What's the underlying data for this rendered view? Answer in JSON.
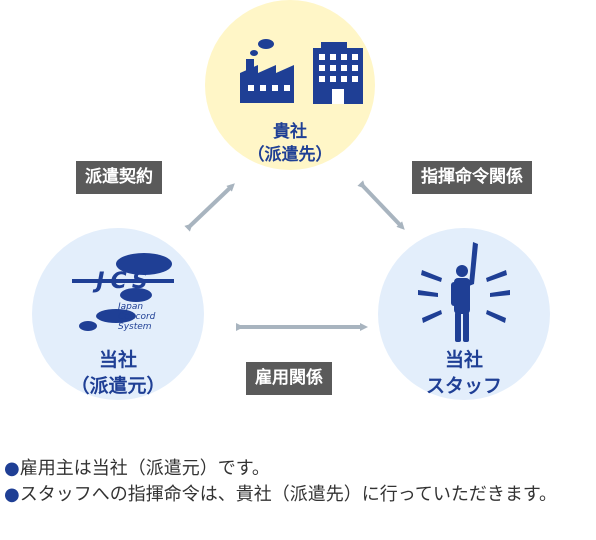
{
  "nodes": {
    "client": {
      "line1": "貴社",
      "line2": "（派遣先）"
    },
    "company": {
      "line1": "当社",
      "line2": "（派遣元）"
    },
    "staff": {
      "line1": "当社",
      "line2": "スタッフ"
    }
  },
  "relations": {
    "dispatch_contract": "派遣契約",
    "command_relation": "指揮命令関係",
    "employment_relation": "雇用関係"
  },
  "logo": {
    "mark": "JCS",
    "text": "Japan Concord System"
  },
  "notes": [
    {
      "bullet": "●",
      "text": "雇用主は当社（派遣元）です。"
    },
    {
      "bullet": "●",
      "text": "スタッフへの指揮命令は、貴社（派遣先）に行っていただきます。"
    }
  ],
  "colors": {
    "client_circle": "#fff6c7",
    "company_circle": "#e3eefb",
    "label_text": "#1f3f95",
    "tag_background": "#5a5a5a",
    "arrow": "#a8b4bf"
  },
  "icons": {
    "client": [
      "factory-icon",
      "building-icon"
    ],
    "company": "jcs-logo",
    "staff": "cheering-person-icon"
  }
}
